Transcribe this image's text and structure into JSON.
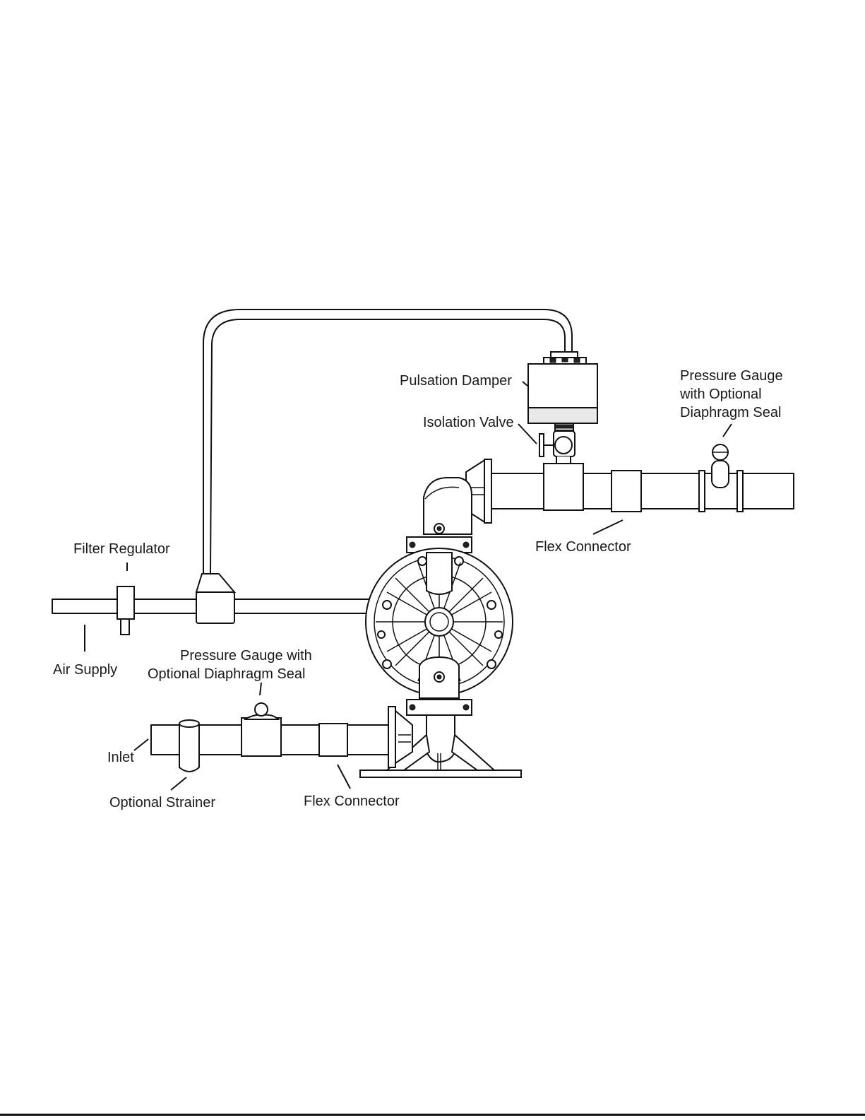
{
  "labels": {
    "pulsation_damper": "Pulsation Damper",
    "isolation_valve": "Isolation Valve",
    "pressure_gauge_outlet": [
      "Pressure Gauge",
      "with Optional",
      "Diaphragm Seal"
    ],
    "flex_connector_outlet": "Flex Connector",
    "filter_regulator": "Filter Regulator",
    "air_supply": "Air Supply",
    "pressure_gauge_inlet": [
      "Pressure Gauge with",
      "Optional  Diaphragm Seal"
    ],
    "inlet": "Inlet",
    "optional_strainer": "Optional Strainer",
    "flex_connector_inlet": "Flex Connector"
  },
  "colors": {
    "line": "#111111",
    "background": "#ffffff",
    "shade": "#e9e9e9"
  }
}
